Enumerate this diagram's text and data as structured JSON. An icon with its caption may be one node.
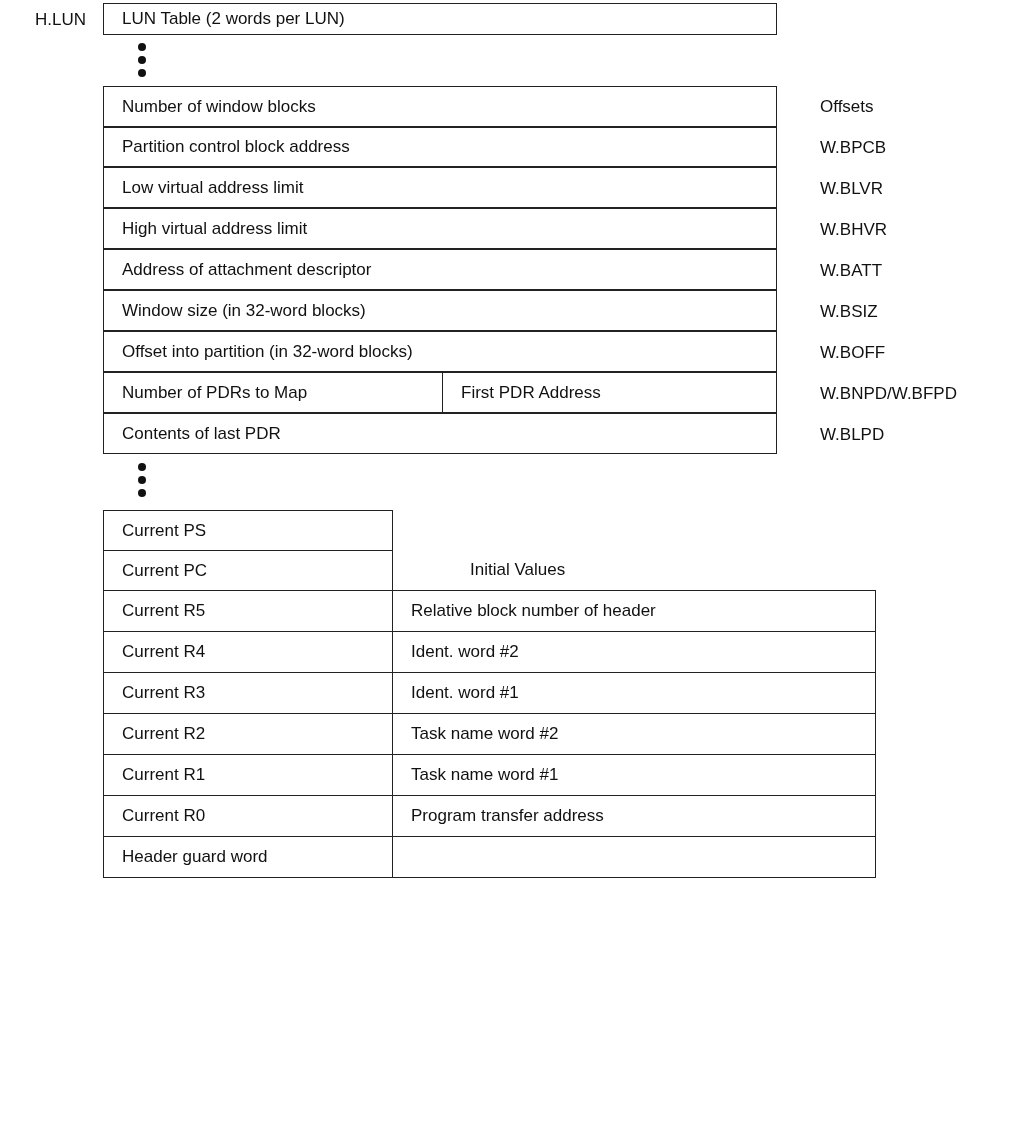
{
  "diagram": {
    "nodes": [
      {
        "text": [
          "LUN Table (2 words per LUN)"
        ]
      },
      {
        "text": [
          "Number of window blocks"
        ]
      },
      {
        "text": [
          "Partition control block address"
        ]
      },
      {
        "text": [
          "Low virtual address limit"
        ]
      },
      {
        "text": [
          "High virtual address limit"
        ]
      },
      {
        "text": [
          "Address of attachment descriptor"
        ]
      },
      {
        "text": [
          "Window size (in 32-word blocks)"
        ]
      },
      {
        "text": [
          "Offset into partition (in 32-word blocks)"
        ]
      },
      {
        "text": [
          "Number of PDRs to Map"
        ]
      },
      {
        "text": [
          "First PDR Address"
        ]
      },
      {
        "text": [
          "Contents of last PDR"
        ]
      },
      {
        "text": [
          "Current PS"
        ]
      },
      {
        "text": [
          "Current PC"
        ]
      },
      {
        "text": [
          "Current R5"
        ]
      },
      {
        "text": [
          "Relative block number of header"
        ]
      },
      {
        "text": [
          "Current R4"
        ]
      },
      {
        "text": [
          "Ident. word #2"
        ]
      },
      {
        "text": [
          "Current R3"
        ]
      },
      {
        "text": [
          "Ident. word #1"
        ]
      },
      {
        "text": [
          "Current R2"
        ]
      },
      {
        "text": [
          "Task name word #2"
        ]
      },
      {
        "text": [
          "Current R1"
        ]
      },
      {
        "text": [
          "Task name word #1"
        ]
      },
      {
        "text": [
          "Current R0"
        ]
      },
      {
        "text": [
          "Program transfer address"
        ]
      },
      {
        "text": [
          "Header guard word"
        ]
      },
      {
        "text": [],
        "shape": "box"
      }
    ],
    "labels": [
      "H.LUN",
      "Offsets",
      "W.BPCB",
      "W.BLVR",
      "W.BHVR",
      "W.BATT",
      "W.BSIZ",
      "W.BOFF",
      "W.BNPD/W.BFPD",
      "W.BLPD",
      "Initial Values"
    ]
  }
}
